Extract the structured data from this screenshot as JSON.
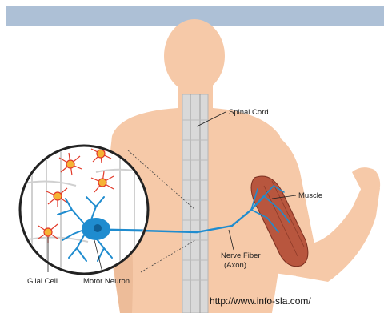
{
  "labels": {
    "spinal_cord": "Spinal Cord",
    "muscle": "Muscle",
    "nerve_fiber": "Nerve Fiber",
    "axon": "(Axon)",
    "glial_cell": "Glial Cell",
    "motor_neuron": "Motor Neuron"
  },
  "source_url": "http://www.info-sla.com/",
  "colors": {
    "header_bar": "#adc0d6",
    "skin": "#f6c9a8",
    "skin_shadow": "#e8b48f",
    "nerve": "#1f8ccf",
    "glial": "#e23a2a",
    "muscle": "#b8563e",
    "spine": "#cfcfcf"
  }
}
